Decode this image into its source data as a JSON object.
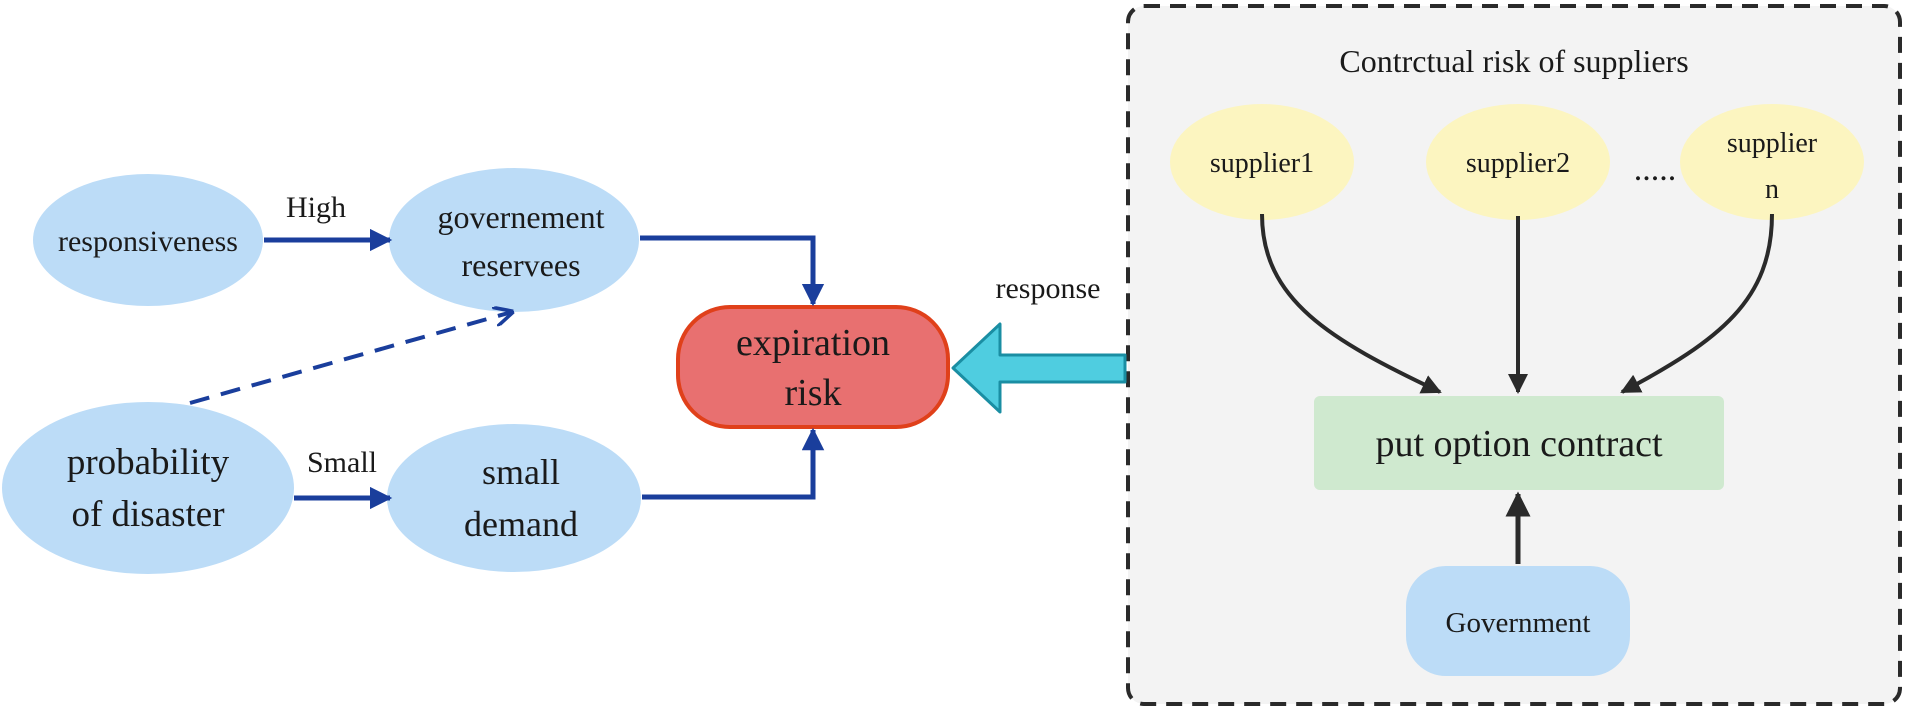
{
  "nodes": {
    "responsiveness": "responsiveness",
    "government_reserves_line1": "governement",
    "government_reserves_line2": "reservees",
    "probability_line1": "probability",
    "probability_line2": "of disaster",
    "small_demand_line1": "small",
    "small_demand_line2": "demand",
    "expiration_line1": "expiration",
    "expiration_line2": "risk",
    "supplier1": "supplier1",
    "supplier2": "supplier2",
    "suppliern_line1": "supplier",
    "suppliern_line2": "n",
    "ellipsis": ".....",
    "put_option": "put option contract",
    "government": "Government"
  },
  "edge_labels": {
    "high": "High",
    "small": "Small",
    "response": "response"
  },
  "panel": {
    "title": "Contrctual risk of suppliers"
  },
  "colors": {
    "blue_node": "#bcdcf7",
    "yellow_node": "#fcf5c0",
    "red_node": "#e87070",
    "red_border": "#e0401a",
    "green_node": "#cfe9cf",
    "panel_bg": "#f3f3f3",
    "blue_arrow": "#1a3e9c",
    "cyan_arrow": "#4fcde0",
    "dark_arrow": "#2a2a2a"
  }
}
